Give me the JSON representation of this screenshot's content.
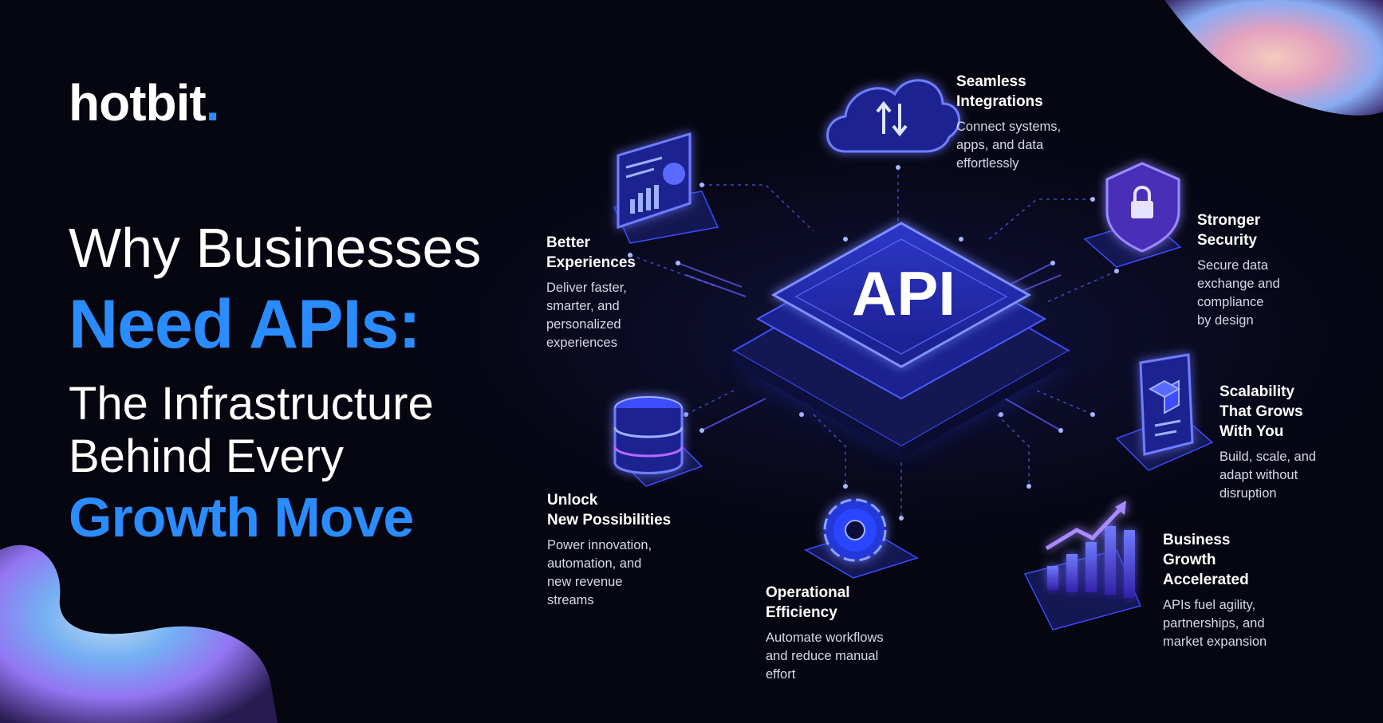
{
  "brand": {
    "name": "hotbit",
    "dot": "."
  },
  "headline": {
    "line1": "Why Businesses",
    "line2": "Need APIs:",
    "line3": "The Infrastructure",
    "line4": "Behind Every",
    "line5": "Growth Move"
  },
  "center_label": "API",
  "features": [
    {
      "title_1": "Seamless",
      "title_2": "Integrations",
      "desc_1": "Connect systems,",
      "desc_2": "apps, and data",
      "desc_3": "effortlessly"
    },
    {
      "title_1": "Better",
      "title_2": "Experiences",
      "desc_1": "Deliver faster,",
      "desc_2": "smarter, and",
      "desc_3": "personalized",
      "desc_4": "experiences"
    },
    {
      "title_1": "Stronger",
      "title_2": "Security",
      "desc_1": "Secure data",
      "desc_2": "exchange and",
      "desc_3": "compliance",
      "desc_4": "by design"
    },
    {
      "title_1": "Scalability",
      "title_2": "That Grows",
      "title_3": "With You",
      "desc_1": "Build, scale, and",
      "desc_2": "adapt without",
      "desc_3": "disruption"
    },
    {
      "title_1": "Unlock",
      "title_2": "New Possibilities",
      "desc_1": "Power innovation,",
      "desc_2": "automation, and",
      "desc_3": "new revenue",
      "desc_4": "streams"
    },
    {
      "title_1": "Operational",
      "title_2": "Efficiency",
      "desc_1": "Automate workflows",
      "desc_2": "and reduce manual",
      "desc_3": "effort"
    },
    {
      "title_1": "Business",
      "title_2": "Growth",
      "title_3": "Accelerated",
      "desc_1": "APIs fuel agility,",
      "desc_2": "partnerships, and",
      "desc_3": "market expansion"
    }
  ],
  "icons": [
    "cloud-sync-icon",
    "dashboard-monitor-icon",
    "shield-lock-icon",
    "mobile-cube-icon",
    "database-icon",
    "gear-icon",
    "growth-chart-icon"
  ],
  "colors": {
    "background": "#05060f",
    "accent_blue": "#2b8cff",
    "chip_glow": "#3a5bff",
    "circuit": "#7a6bff"
  }
}
